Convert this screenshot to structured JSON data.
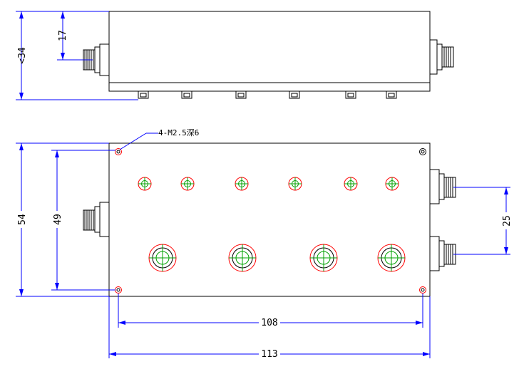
{
  "colors": {
    "outline": "#000000",
    "dimension": "#0000ff",
    "hole_outer": "#ff0000",
    "hole_inner": "#00a000"
  },
  "dimensions": {
    "side_height": "17",
    "side_overall": "<34",
    "top_height": "54",
    "hole_vertical_spacing": "49",
    "port_spacing": "25",
    "hole_horizontal_spacing": "108",
    "overall_length": "113"
  },
  "annotation": {
    "mounting_holes": "4-M2.5深6"
  }
}
